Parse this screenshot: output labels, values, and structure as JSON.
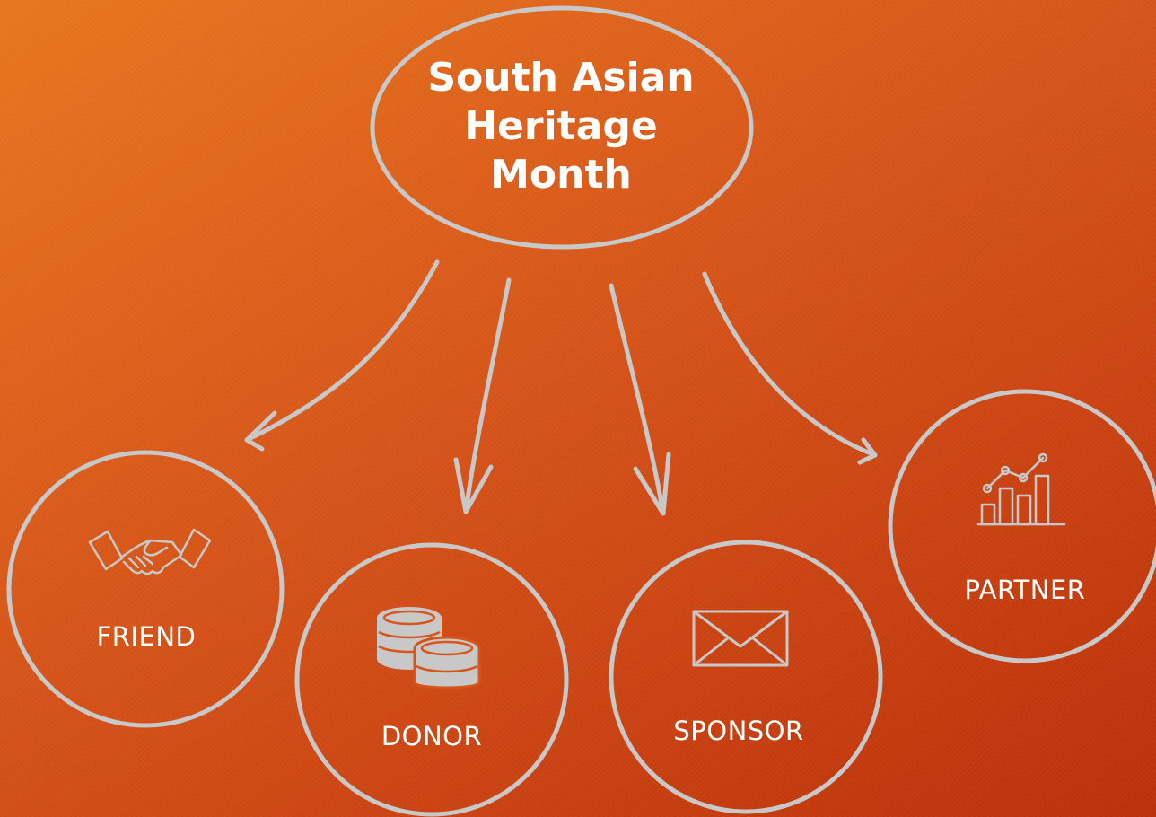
{
  "hub": {
    "title_lines": [
      "South Asian",
      "Heritage",
      "Month"
    ]
  },
  "tiers": [
    {
      "label": "FRIEND",
      "icon": "handshake-icon"
    },
    {
      "label": "DONOR",
      "icon": "coins-icon"
    },
    {
      "label": "SPONSOR",
      "icon": "envelope-icon"
    },
    {
      "label": "PARTNER",
      "icon": "growth-chart-icon"
    }
  ],
  "colors": {
    "background_start": "#e8761f",
    "background_end": "#bb300a",
    "outline": "#c8c8c8",
    "text": "#ffffff"
  }
}
